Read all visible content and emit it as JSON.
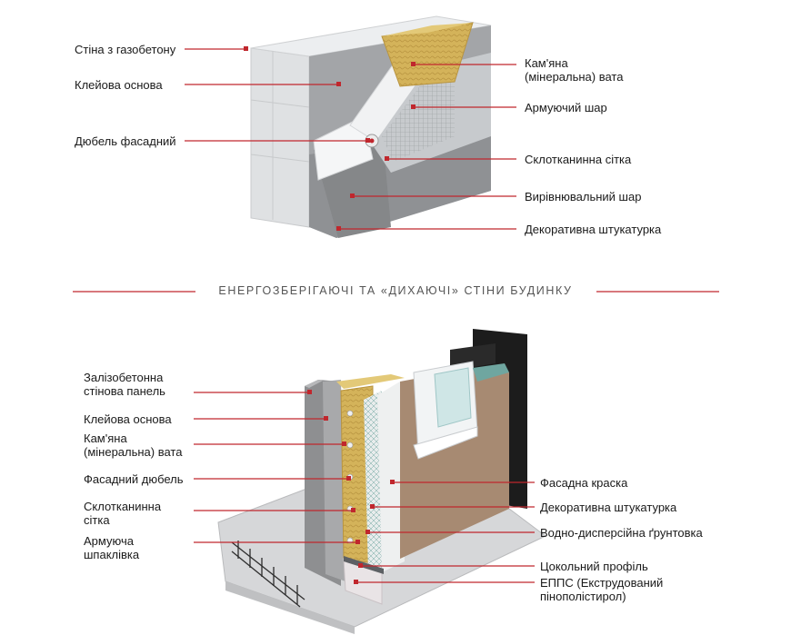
{
  "colors": {
    "leader": "#c0272d",
    "gasblock": "#e6e8ea",
    "adhesive": "#9a9c9f",
    "insulation": "#d4b35a",
    "plaster_gray": "#c9ccd0",
    "facade_paint": "#a78a72",
    "window_frame": "#f2f4f5",
    "glass": "#cfe6e6",
    "mesh": "#6fa6a0",
    "concrete": "#d6d7d9",
    "rebar": "#2d2d2d",
    "dark_wall": "#1c1c1c"
  },
  "top_diagram": {
    "left_labels": [
      {
        "id": "gasblock-wall",
        "text": "Стіна з газобетону"
      },
      {
        "id": "adhesive-base",
        "text": "Клейова основа"
      },
      {
        "id": "facade-dowel",
        "text": "Дюбель фасадний"
      }
    ],
    "right_labels": [
      {
        "id": "mineral-wool",
        "text": "Кам'яна\n(мінеральна) вата"
      },
      {
        "id": "reinforcing-layer",
        "text": "Армуючий шар"
      },
      {
        "id": "fiberglass-mesh",
        "text": "Склотканинна сітка"
      },
      {
        "id": "leveling-layer",
        "text": "Вирівнювальний шар"
      },
      {
        "id": "decorative-plaster",
        "text": "Декоративна штукатурка"
      }
    ]
  },
  "divider": {
    "title": "ЕНЕРГОЗБЕРІГАЮЧІ ТА «ДИХАЮЧІ» СТІНИ БУДИНКУ"
  },
  "bottom_diagram": {
    "left_labels": [
      {
        "id": "rc-wall-panel",
        "text": "Залізобетонна\nстінова панель"
      },
      {
        "id": "adhesive-base",
        "text": "Клейова основа"
      },
      {
        "id": "mineral-wool",
        "text": "Кам'яна\n(мінеральна) вата"
      },
      {
        "id": "facade-dowel",
        "text": "Фасадний дюбель"
      },
      {
        "id": "fiberglass-mesh",
        "text": "Склотканинна\nсітка"
      },
      {
        "id": "reinforcing-putty",
        "text": "Армуюча\nшпаклівка"
      }
    ],
    "right_labels": [
      {
        "id": "facade-paint",
        "text": "Фасадна краска"
      },
      {
        "id": "decorative-plaster",
        "text": "Декоративна штукатурка"
      },
      {
        "id": "primer",
        "text": "Водно-дисперсійна ґрунтовка"
      },
      {
        "id": "plinth-profile",
        "text": "Цокольний профіль"
      },
      {
        "id": "xps",
        "text": "ЕППС (Екструдований\nпінополістирол)"
      }
    ]
  }
}
